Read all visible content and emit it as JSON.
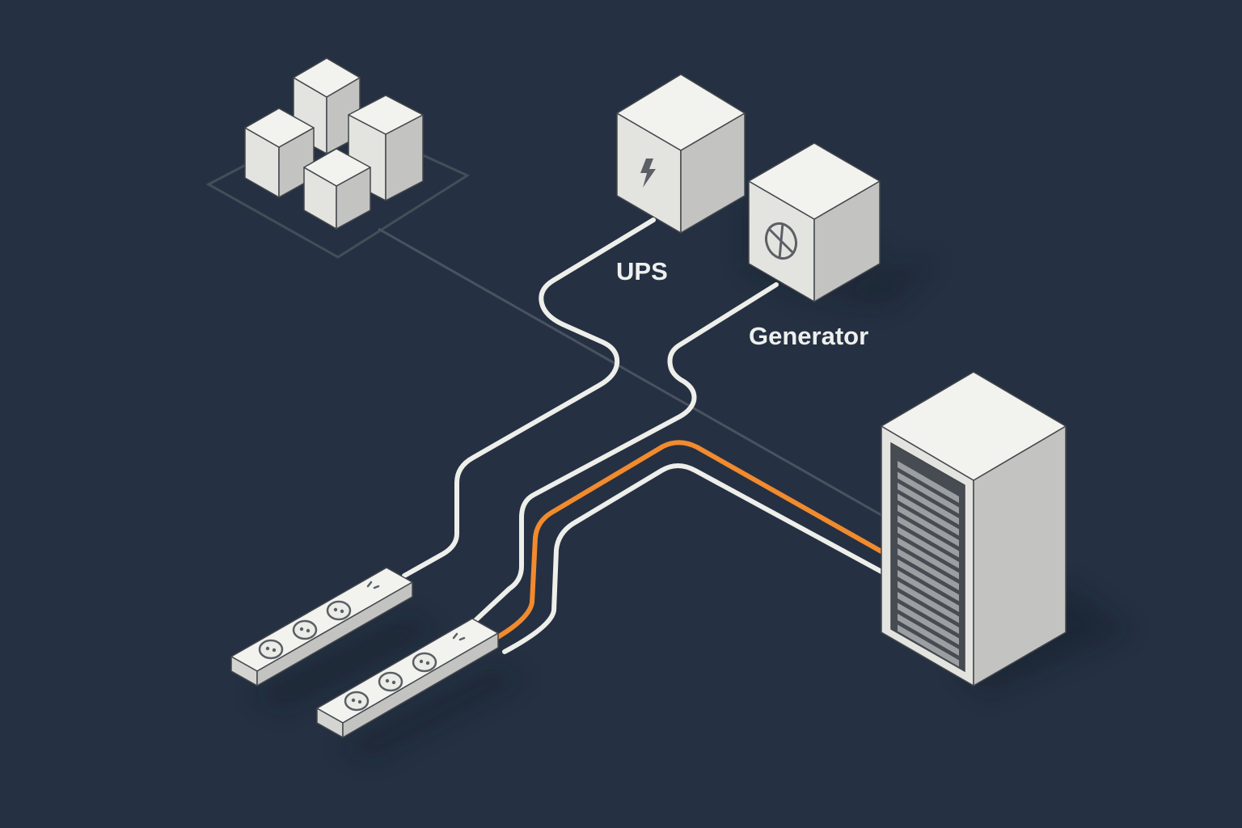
{
  "labels": {
    "ups": "UPS",
    "generator": "Generator"
  },
  "colors": {
    "background": "#253142",
    "cable": "#eeeeea",
    "cable_accent": "#f28a2e",
    "box_top": "#f2f2ef",
    "box_left": "#e3e3e0",
    "box_right": "#c3c4c2",
    "outline": "#43474b",
    "plot_outline": "#454d58"
  },
  "icons": {
    "ups": "lightning-bolt-icon",
    "generator": "fan-icon"
  },
  "power_strips": [
    {
      "outlets": 3
    },
    {
      "outlets": 3
    }
  ],
  "server_rack": {
    "drive_slots": 16
  }
}
